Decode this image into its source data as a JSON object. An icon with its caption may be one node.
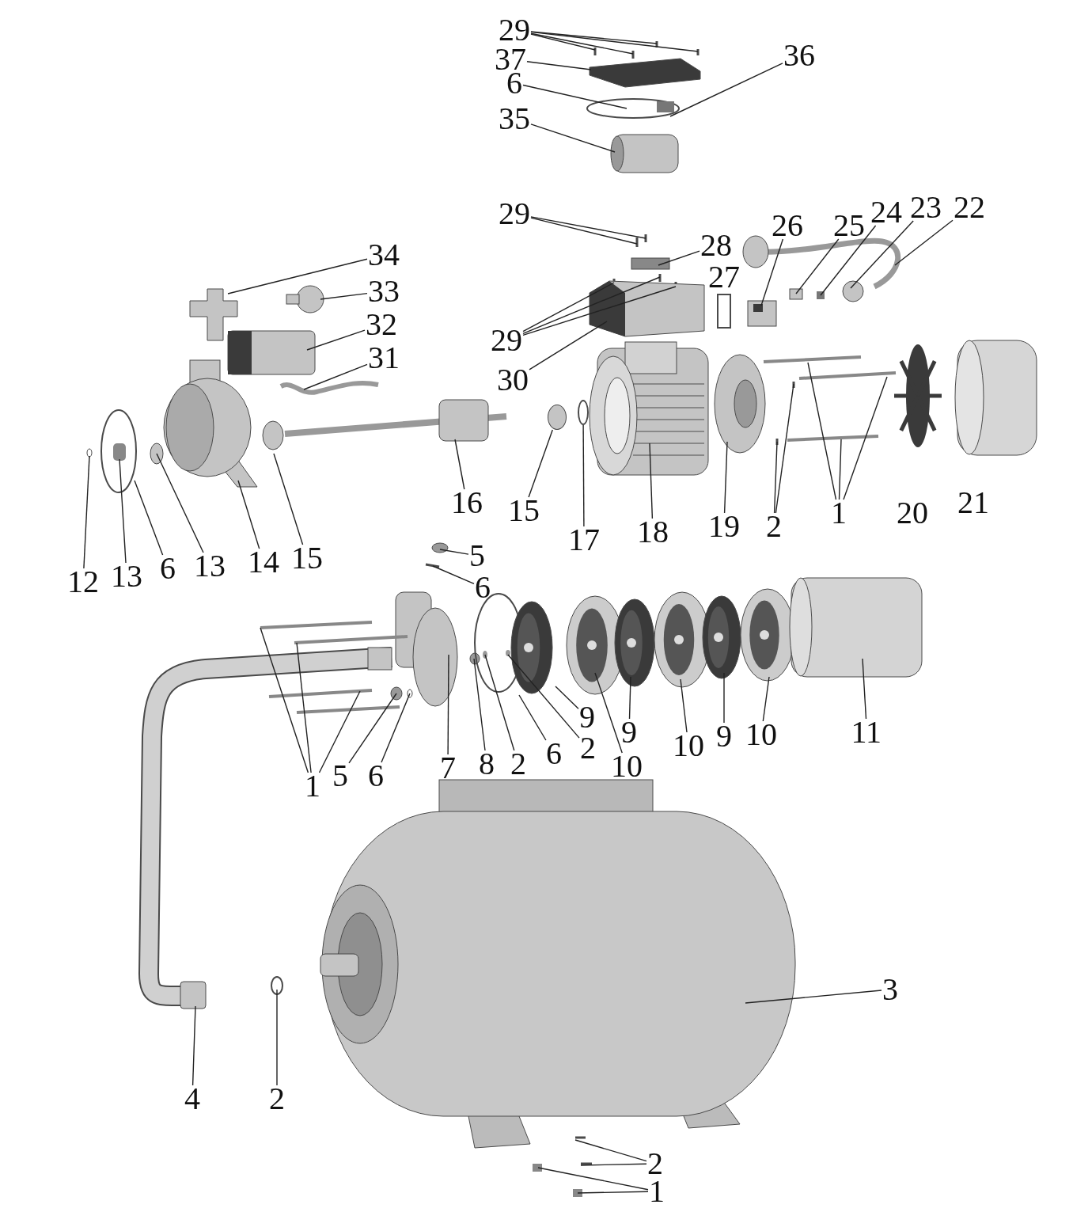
{
  "diagram": {
    "nodes": [
      {
        "text": [
          "29"
        ]
      },
      {
        "text": [
          "37"
        ]
      },
      {
        "text": [
          "6"
        ]
      },
      {
        "text": [
          "36"
        ]
      },
      {
        "text": [
          "35"
        ]
      },
      {
        "text": [
          "29"
        ]
      },
      {
        "text": [
          "28"
        ]
      },
      {
        "text": [
          "26"
        ]
      },
      {
        "text": [
          "25"
        ]
      },
      {
        "text": [
          "24"
        ]
      },
      {
        "text": [
          "23"
        ]
      },
      {
        "text": [
          "22"
        ]
      },
      {
        "text": [
          "29"
        ]
      },
      {
        "text": [
          "30"
        ]
      },
      {
        "text": [
          "34"
        ]
      },
      {
        "text": [
          "33"
        ]
      },
      {
        "text": [
          "32"
        ]
      },
      {
        "text": [
          "31"
        ]
      },
      {
        "text": [
          "12"
        ]
      },
      {
        "text": [
          "13"
        ]
      },
      {
        "text": [
          "6"
        ]
      },
      {
        "text": [
          "13"
        ]
      },
      {
        "text": [
          "14"
        ]
      },
      {
        "text": [
          "15"
        ]
      },
      {
        "text": [
          "16"
        ]
      },
      {
        "text": [
          "15"
        ]
      },
      {
        "text": [
          "17"
        ]
      },
      {
        "text": [
          "18"
        ]
      },
      {
        "text": [
          "19"
        ]
      },
      {
        "text": [
          "2"
        ]
      },
      {
        "text": [
          "1"
        ]
      },
      {
        "text": [
          "5"
        ]
      },
      {
        "text": [
          "6"
        ]
      },
      {
        "text": [
          "1"
        ]
      },
      {
        "text": [
          "5"
        ]
      },
      {
        "text": [
          "6"
        ]
      },
      {
        "text": [
          "7"
        ]
      },
      {
        "text": [
          "8"
        ]
      },
      {
        "text": [
          "2"
        ]
      },
      {
        "text": [
          "6"
        ]
      },
      {
        "text": [
          "2"
        ]
      },
      {
        "text": [
          "9"
        ]
      },
      {
        "text": [
          "10"
        ]
      },
      {
        "text": [
          "9"
        ]
      },
      {
        "text": [
          "10"
        ]
      },
      {
        "text": [
          "9"
        ]
      },
      {
        "text": [
          "10"
        ]
      },
      {
        "text": [
          "11"
        ]
      },
      {
        "text": [
          "4"
        ]
      },
      {
        "text": [
          "2"
        ]
      },
      {
        "text": [
          "3"
        ]
      },
      {
        "text": [
          "2"
        ]
      },
      {
        "text": [
          "1"
        ]
      },
      {
        "text": [],
        "shape": "circle"
      },
      {
        "text": [],
        "shape": "circle"
      }
    ],
    "edges": [
      {
        "from": 0,
        "to": null,
        "arrow": "none"
      },
      {
        "from": 0,
        "to": null,
        "arrow": "none"
      },
      {
        "from": 0,
        "to": null,
        "arrow": "none"
      },
      {
        "from": 0,
        "to": null,
        "arrow": "none"
      },
      {
        "from": 1,
        "to": null,
        "arrow": "none"
      },
      {
        "from": 2,
        "to": null,
        "arrow": "none"
      },
      {
        "from": 3,
        "to": null,
        "arrow": "none"
      },
      {
        "from": 4,
        "to": null,
        "arrow": "none"
      },
      {
        "from": 5,
        "to": null,
        "arrow": "none"
      },
      {
        "from": 5,
        "to": null,
        "arrow": "none"
      },
      {
        "from": 6,
        "to": null,
        "arrow": "none"
      },
      {
        "from": 7,
        "to": null,
        "arrow": "none"
      },
      {
        "from": 8,
        "to": null,
        "arrow": "none"
      },
      {
        "from": 9,
        "to": null,
        "arrow": "none"
      },
      {
        "from": 10,
        "to": null,
        "arrow": "none"
      },
      {
        "from": 11,
        "to": null,
        "arrow": "none"
      },
      {
        "from": 12,
        "to": null,
        "arrow": "none"
      },
      {
        "from": 12,
        "to": null,
        "arrow": "none"
      },
      {
        "from": 12,
        "to": null,
        "arrow": "none"
      },
      {
        "from": 13,
        "to": null,
        "arrow": "none"
      },
      {
        "from": 14,
        "to": null,
        "arrow": "none"
      },
      {
        "from": 15,
        "to": null,
        "arrow": "none"
      },
      {
        "from": 16,
        "to": null,
        "arrow": "none"
      },
      {
        "from": 17,
        "to": null,
        "arrow": "none"
      },
      {
        "from": 18,
        "to": null,
        "arrow": "none"
      },
      {
        "from": 19,
        "to": null,
        "arrow": "none"
      },
      {
        "from": 20,
        "to": null,
        "arrow": "none"
      },
      {
        "from": 21,
        "to": null,
        "arrow": "none"
      },
      {
        "from": 22,
        "to": null,
        "arrow": "none"
      },
      {
        "from": 23,
        "to": null,
        "arrow": "none"
      },
      {
        "from": 24,
        "to": null,
        "arrow": "none"
      },
      {
        "from": 25,
        "to": 53,
        "arrow": "none"
      },
      {
        "from": 26,
        "to": 54,
        "arrow": "none"
      },
      {
        "from": 27,
        "to": null,
        "arrow": "none"
      },
      {
        "from": 28,
        "to": null,
        "arrow": "none"
      },
      {
        "from": 29,
        "to": null,
        "arrow": "none"
      },
      {
        "from": 29,
        "to": null,
        "arrow": "none"
      },
      {
        "from": 30,
        "to": null,
        "arrow": "none"
      },
      {
        "from": 30,
        "to": null,
        "arrow": "none"
      },
      {
        "from": 30,
        "to": null,
        "arrow": "none"
      },
      {
        "from": 31,
        "to": null,
        "arrow": "none"
      },
      {
        "from": 32,
        "to": null,
        "arrow": "none"
      },
      {
        "from": 33,
        "to": null,
        "arrow": "none"
      },
      {
        "from": 33,
        "to": null,
        "arrow": "none"
      },
      {
        "from": 33,
        "to": null,
        "arrow": "none"
      },
      {
        "from": 34,
        "to": null,
        "arrow": "none"
      },
      {
        "from": 35,
        "to": null,
        "arrow": "none"
      },
      {
        "from": 36,
        "to": null,
        "arrow": "none"
      },
      {
        "from": 37,
        "to": null,
        "arrow": "none"
      },
      {
        "from": 38,
        "to": null,
        "arrow": "none"
      },
      {
        "from": 39,
        "to": null,
        "arrow": "none"
      },
      {
        "from": 40,
        "to": null,
        "arrow": "none"
      },
      {
        "from": 41,
        "to": null,
        "arrow": "none"
      },
      {
        "from": 42,
        "to": null,
        "arrow": "none"
      },
      {
        "from": 43,
        "to": null,
        "arrow": "none"
      },
      {
        "from": 44,
        "to": null,
        "arrow": "none"
      },
      {
        "from": 45,
        "to": null,
        "arrow": "none"
      },
      {
        "from": 46,
        "to": null,
        "arrow": "none"
      },
      {
        "from": 47,
        "to": null,
        "arrow": "none"
      },
      {
        "from": 48,
        "to": null,
        "arrow": "none"
      },
      {
        "from": 49,
        "to": null,
        "arrow": "none"
      },
      {
        "from": 50,
        "to": null,
        "arrow": "none"
      },
      {
        "from": 51,
        "to": null,
        "arrow": "none"
      },
      {
        "from": 51,
        "to": null,
        "arrow": "none"
      },
      {
        "from": 52,
        "to": null,
        "arrow": "none"
      },
      {
        "from": 52,
        "to": null,
        "arrow": "none"
      }
    ],
    "labels": [
      "27",
      "20",
      "21"
    ]
  }
}
